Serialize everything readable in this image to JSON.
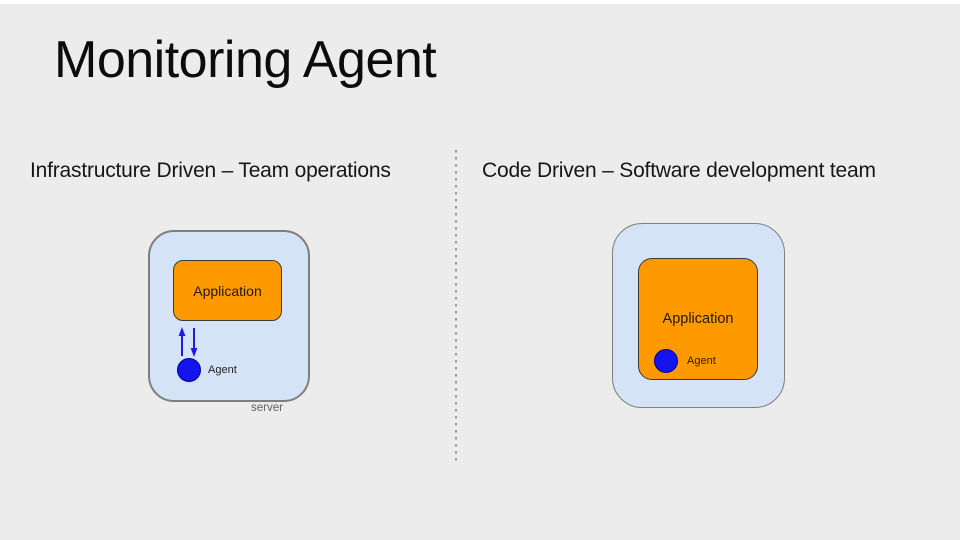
{
  "slide": {
    "title": "Monitoring Agent"
  },
  "left_panel": {
    "heading": "Infrastructure Driven – Team operations",
    "application_label": "Application",
    "agent_label": "Agent",
    "server_label": "server"
  },
  "right_panel": {
    "heading": "Code Driven – Software development team",
    "application_label": "Application",
    "agent_label": "Agent"
  },
  "colors": {
    "bg": "#ececec",
    "title-color": "#0c0c0c",
    "heading-color": "#161616",
    "divider-color": "#9b9b9b",
    "lightblue": "#d5e3f6",
    "graybox-border": "#7f7f7f",
    "orange": "#ff9900",
    "orange-border": "#3a3a3a",
    "blue": "#1414ec",
    "blue-border": "#0000a0",
    "arrow": "#1b1be4",
    "muted": "#5f5f5f"
  }
}
